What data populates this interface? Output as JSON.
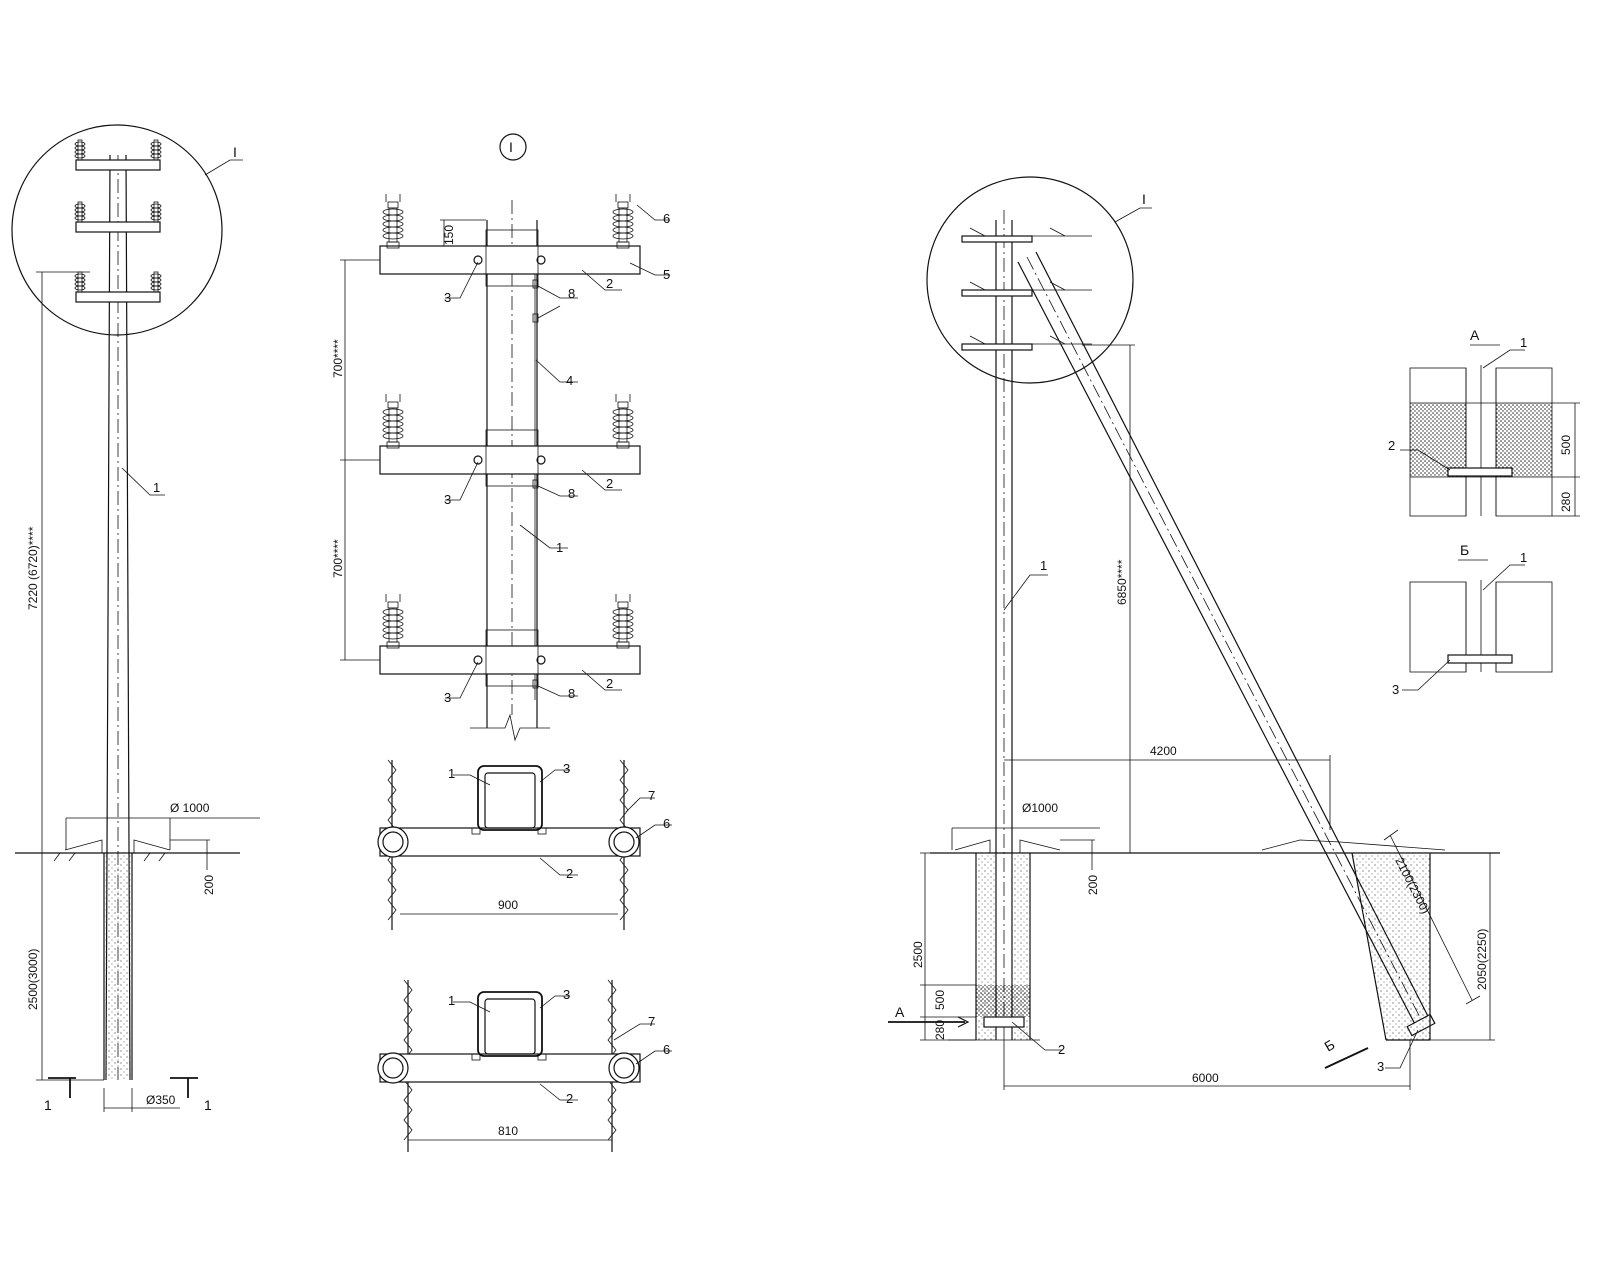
{
  "view_left": {
    "callout": "I",
    "pole_label": "1",
    "dim_height": "7220 (6720)****",
    "dim_depth": "2500(3000)",
    "dim_diameter_top": "Ø 1000",
    "dim_200": "200",
    "dim_diameter_bottom": "Ø350",
    "section_left": "1",
    "section_right": "1"
  },
  "view_detail": {
    "title": "I",
    "dim_150": "150",
    "dim_700_a": "700****",
    "dim_700_b": "700****",
    "labels": {
      "six": "6",
      "five": "5",
      "three_a": "3",
      "two_a": "2",
      "eight_a": "8",
      "four": "4",
      "three_b": "3",
      "two_b": "2",
      "eight_b": "8",
      "one": "1",
      "three_c": "3",
      "two_c": "2",
      "eight_c": "8"
    }
  },
  "plan_a": {
    "l1": "1",
    "l3": "3",
    "l7": "7",
    "l6": "6",
    "l2": "2",
    "dim": "900"
  },
  "plan_b": {
    "l1": "1",
    "l3": "3",
    "l7": "7",
    "l6": "6",
    "l2": "2",
    "dim": "810"
  },
  "view_right": {
    "callout": "I",
    "pole_label": "1",
    "dim_6850": "6850****",
    "dim_4200": "4200",
    "dim_diameter": "Ø1000",
    "dim_200": "200",
    "dim_2500": "2500",
    "dim_500": "500",
    "dim_280": "280",
    "section_a": "А",
    "section_b": "Б",
    "label_2": "2",
    "label_3": "3",
    "dim_2100": "2100(2300)",
    "dim_2050": "2050(2250)",
    "dim_6000": "6000"
  },
  "section_a": {
    "title": "А",
    "l1": "1",
    "l2": "2",
    "dim_500": "500",
    "dim_280": "280"
  },
  "section_b": {
    "title": "Б",
    "l1": "1",
    "l3": "3"
  }
}
